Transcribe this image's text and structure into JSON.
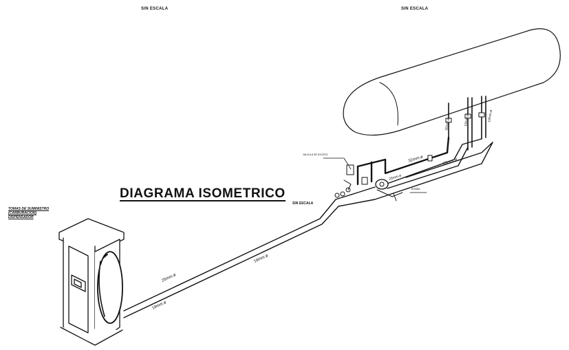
{
  "scale_notes": {
    "left": "SIN ESCALA",
    "right": "SIN ESCALA"
  },
  "title": {
    "main": "DIAGRAMA ISOMETRICO",
    "sub": "SIN ESCALA"
  },
  "dispenser_label": [
    "TOMAS DE SUMINISTRO",
    "(CARBURACION)",
    "DISPENSADOR"
  ],
  "pipe_labels": {
    "main_upper": "25mm.ø",
    "main_lower": "19mm.ø",
    "near_dispenser": "19mm.ø",
    "tank_upper": "32mm.ø",
    "tank_lower": "19mm.ø",
    "mid": "25mm.ø",
    "riser_1": "32mm.ø",
    "riser_2": "19mm.ø",
    "riser_3": "19mm.ø"
  },
  "callouts": {
    "valve_left": "VALVULA DE EXCESO",
    "pump": "BOMBA"
  }
}
